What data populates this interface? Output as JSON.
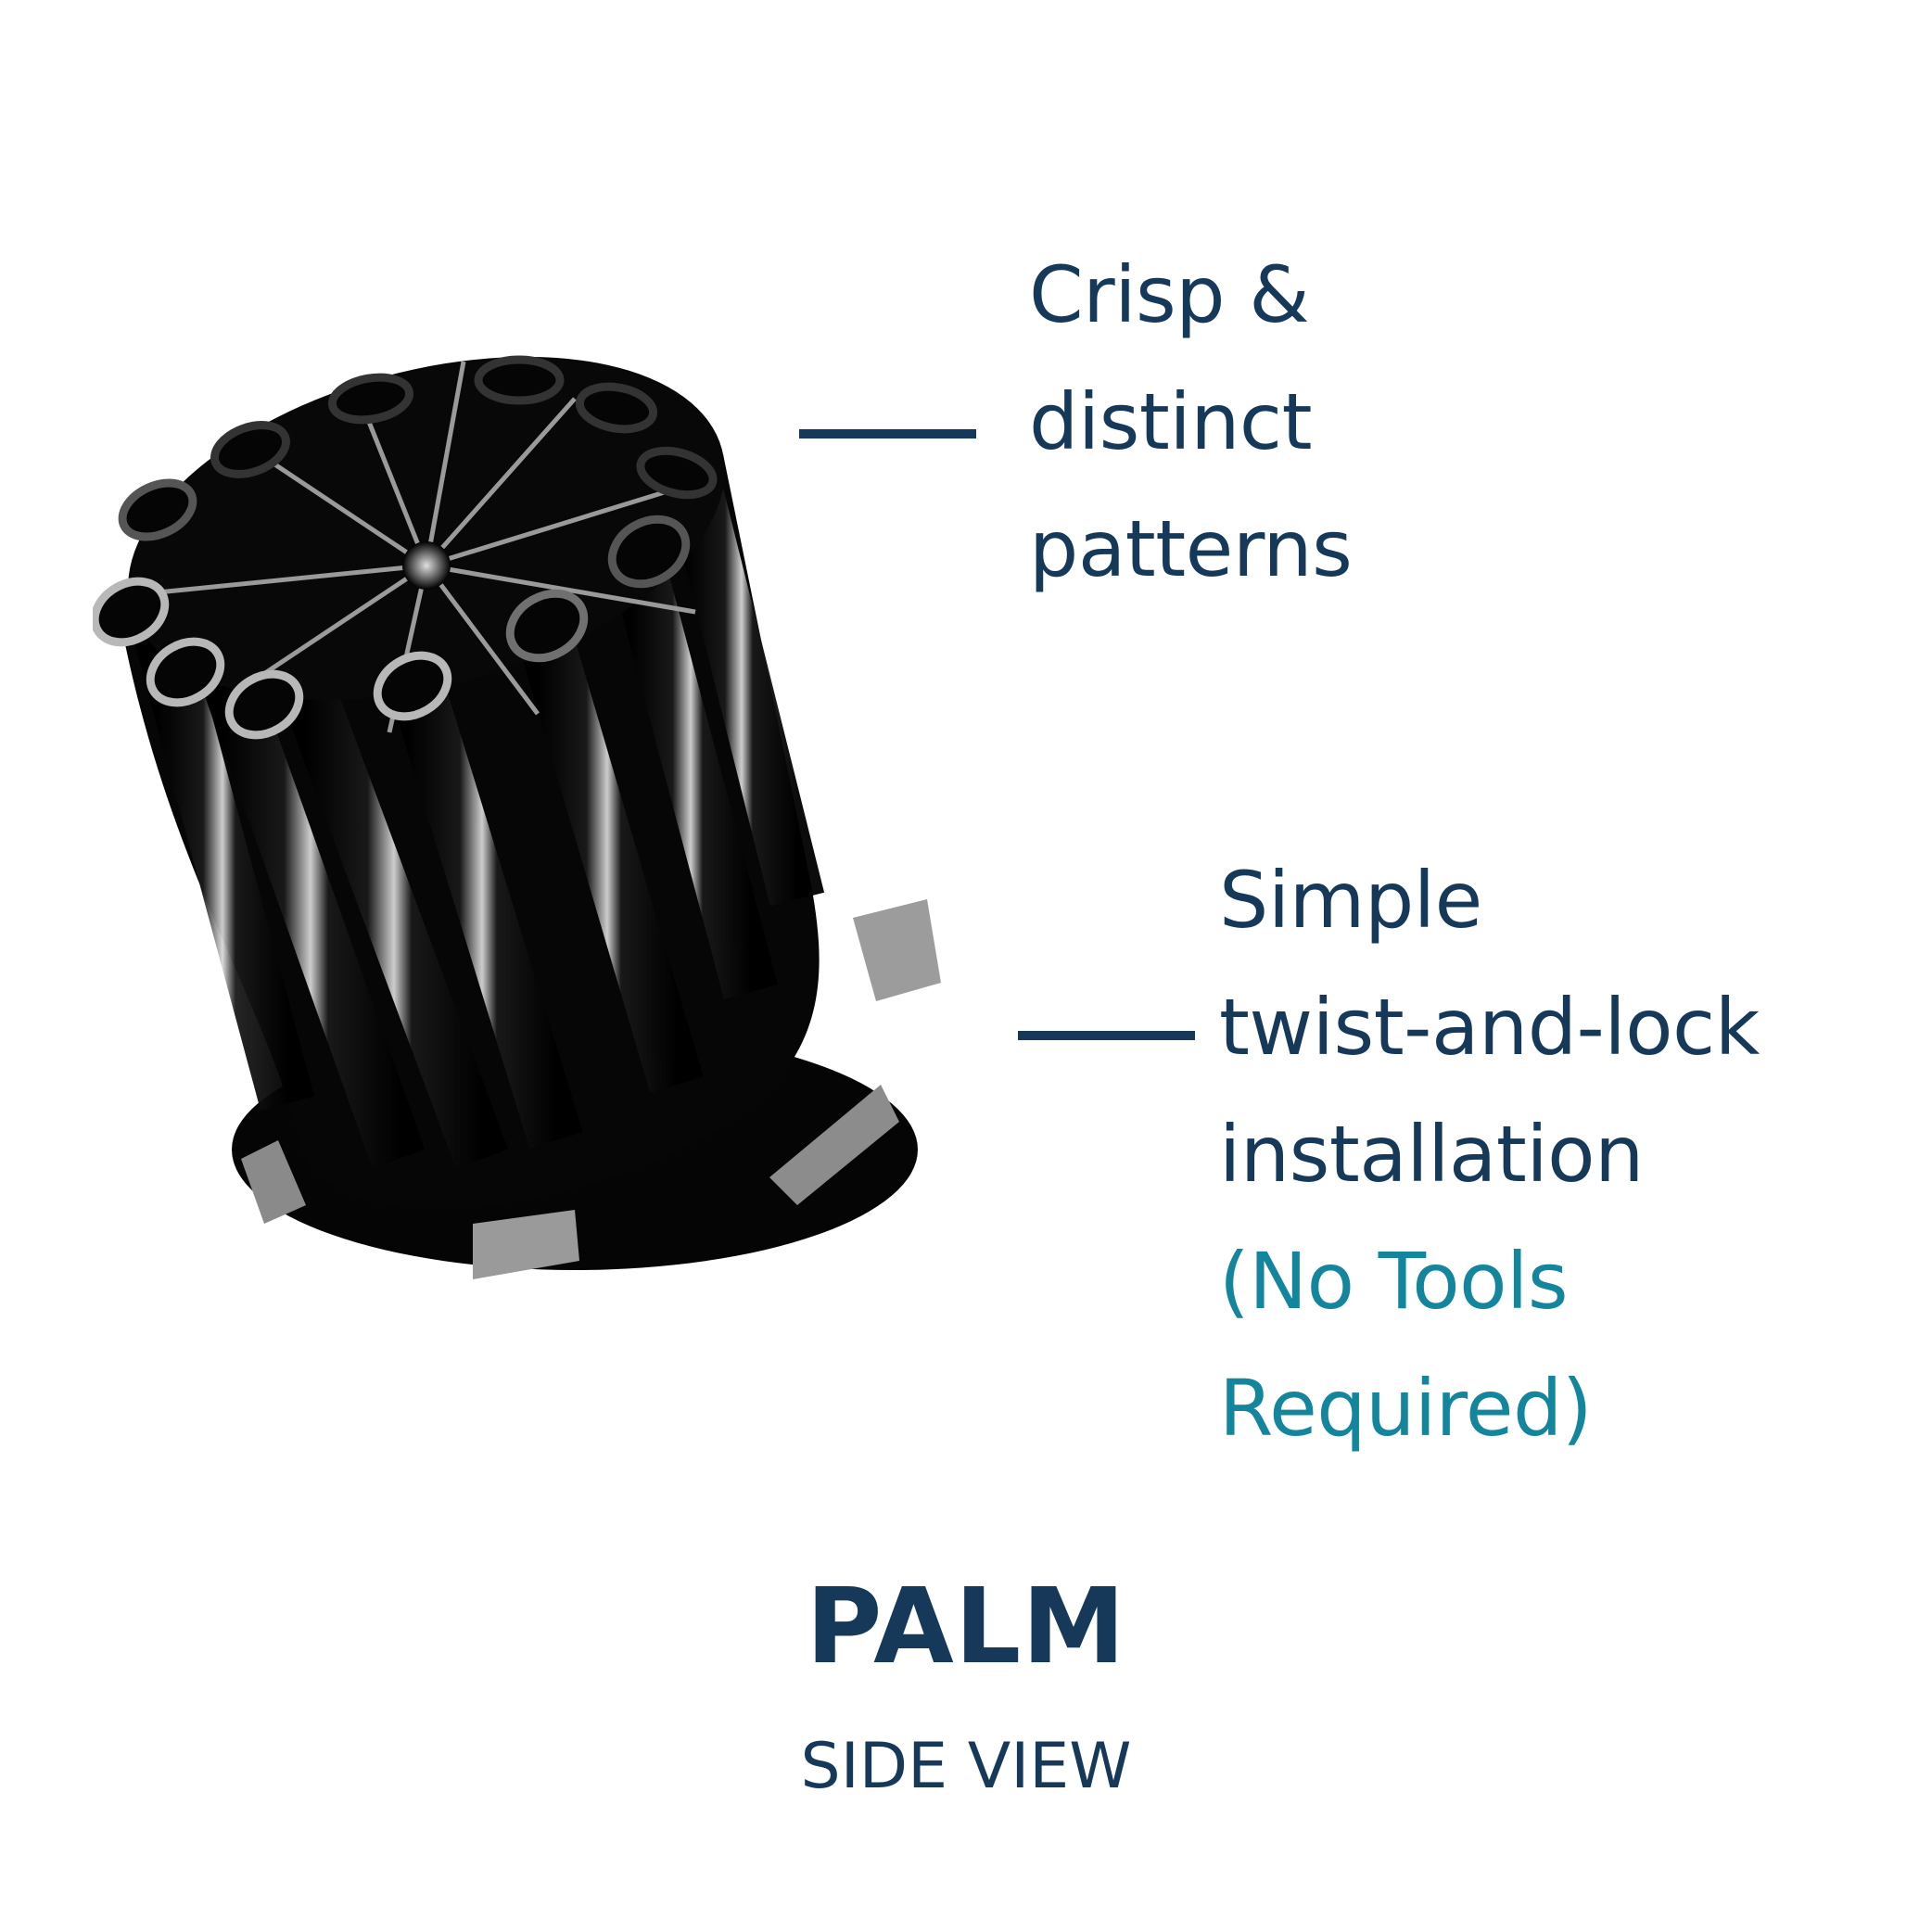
{
  "product_image": {
    "alt": "PALM spray nozzle 3D render (side view)",
    "body_color": "#050505",
    "highlight_color": "#bdbdbd"
  },
  "callouts": [
    {
      "lines": [
        "Crisp &",
        "distinct",
        "patterns"
      ],
      "note_lines": []
    },
    {
      "lines": [
        "Simple",
        "twist-and-lock",
        "installation"
      ],
      "note_lines": [
        "(No Tools",
        "Required)"
      ]
    }
  ],
  "title": "PALM",
  "subtitle": "SIDE VIEW",
  "colors": {
    "primary_text": "#16395a",
    "accent_text": "#13859c",
    "background": "#ffffff"
  }
}
